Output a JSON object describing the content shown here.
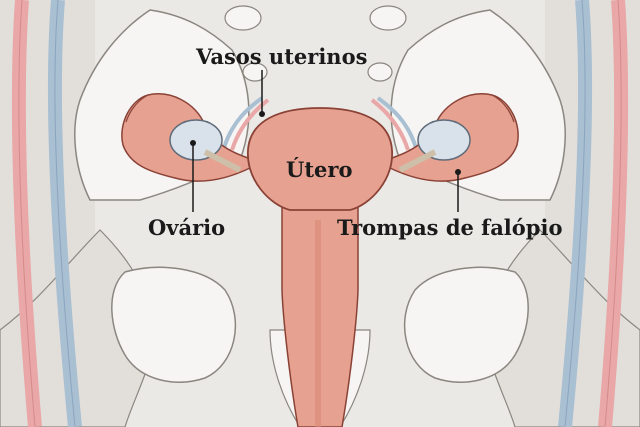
{
  "labels": {
    "vasos_uterinos": "Vasos uterinos",
    "utero": "Útero",
    "ovario": "Ovário",
    "trompas": "Trompas de falópio"
  },
  "colors": {
    "background": "#ebe9e6",
    "bone": "#f6f5f3",
    "bone_outline": "#8a8680",
    "uterus": "#e7a190",
    "uterus_outline": "#8a4236",
    "artery": "#e9a7a7",
    "vein": "#a9bfd2",
    "ovary": "#d9e2ea",
    "label_text": "#1a1a1a"
  }
}
